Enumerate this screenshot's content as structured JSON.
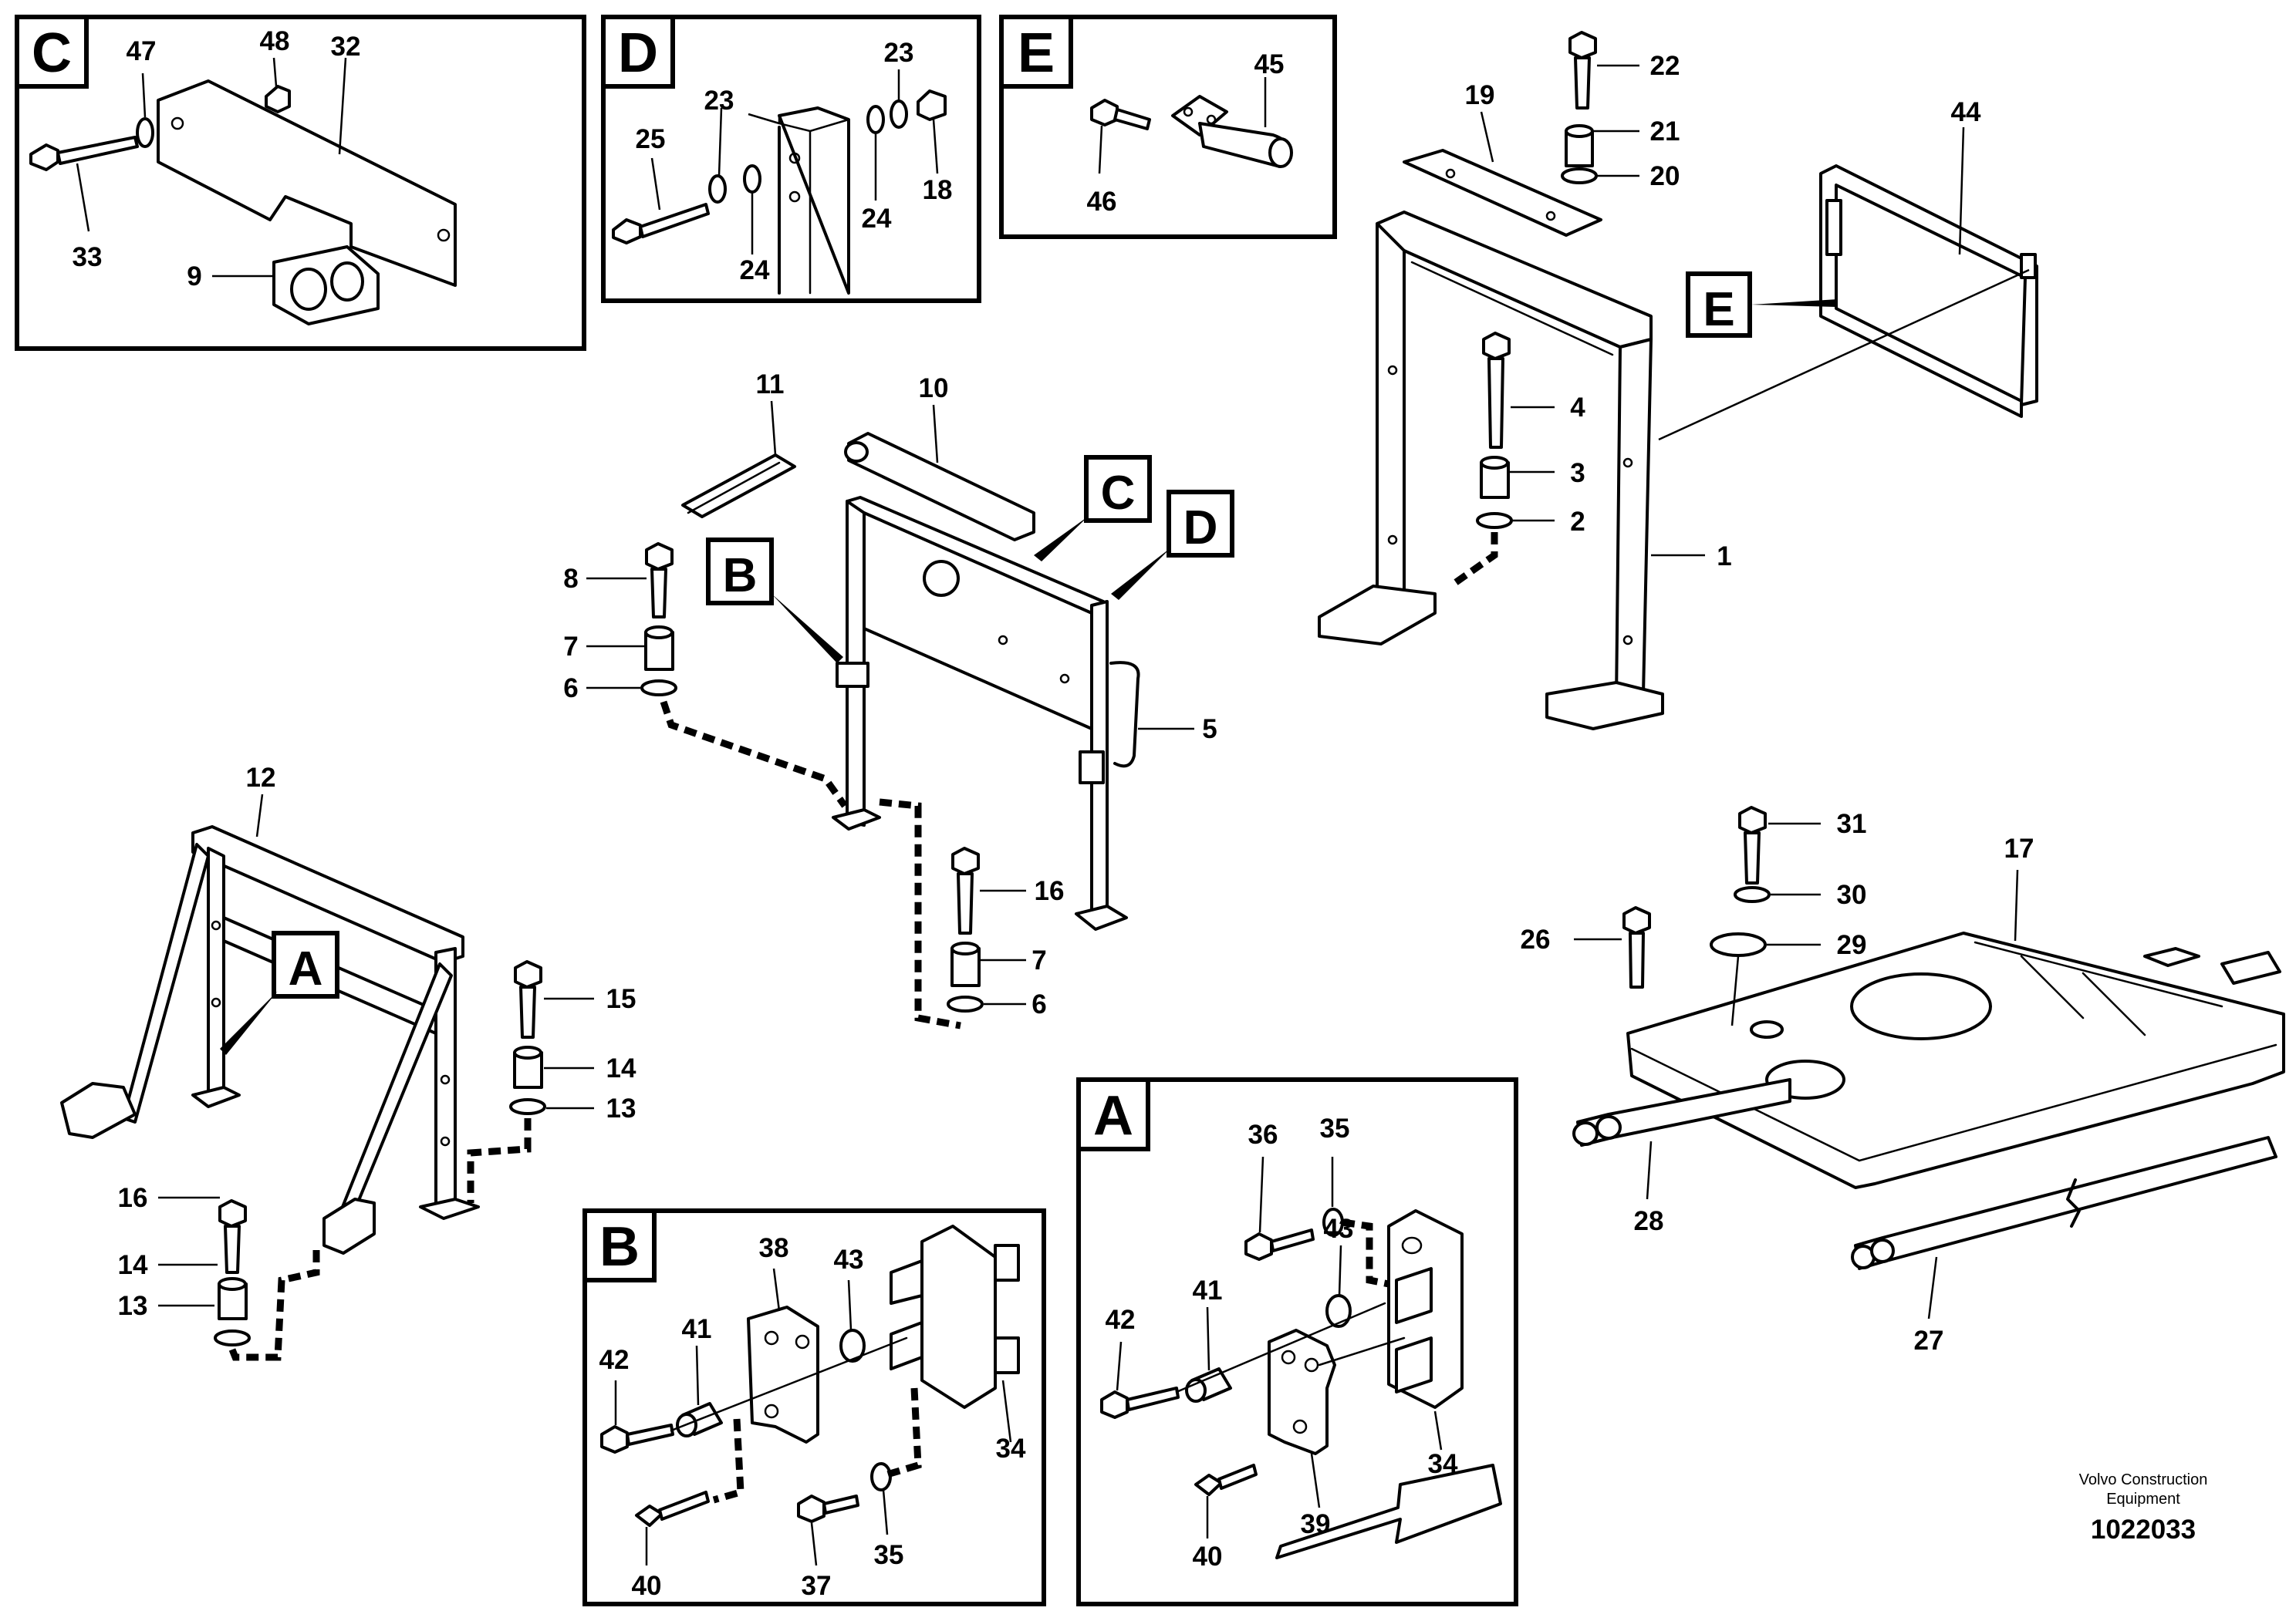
{
  "detail_labels": {
    "A": "A",
    "B": "B",
    "C": "C",
    "D": "D",
    "E": "E"
  },
  "part_numbers": {
    "p1": "1",
    "p2": "2",
    "p3": "3",
    "p4": "4",
    "p5": "5",
    "p6": "6",
    "p7": "7",
    "p8": "8",
    "p9": "9",
    "p10": "10",
    "p11": "11",
    "p12": "12",
    "p13": "13",
    "p14": "14",
    "p15": "15",
    "p16": "16",
    "p17": "17",
    "p18": "18",
    "p19": "19",
    "p20": "20",
    "p21": "21",
    "p22": "22",
    "p23": "23",
    "p24": "24",
    "p25": "25",
    "p26": "26",
    "p27": "27",
    "p28": "28",
    "p29": "29",
    "p30": "30",
    "p31": "31",
    "p32": "32",
    "p33": "33",
    "p34": "34",
    "p35": "35",
    "p36": "36",
    "p37": "37",
    "p38": "38",
    "p39": "39",
    "p40": "40",
    "p41": "41",
    "p42": "42",
    "p43": "43",
    "p44": "44",
    "p45": "45",
    "p46": "46",
    "p47": "47",
    "p48": "48"
  },
  "credit": {
    "line1": "Volvo Construction",
    "line2": "Equipment"
  },
  "document_number": "1022033"
}
